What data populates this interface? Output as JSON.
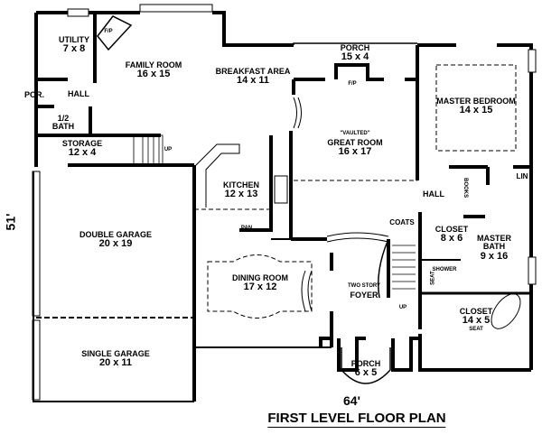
{
  "plan_title": "FIRST LEVEL FLOOR PLAN",
  "dimensions": {
    "width": "64'",
    "depth": "51'"
  },
  "rooms": [
    {
      "name": "UTILITY",
      "size": "7 x 8"
    },
    {
      "name": "FAMILY ROOM",
      "size": "16 x 15"
    },
    {
      "name": "BREAKFAST AREA",
      "size": "14 x 11"
    },
    {
      "name": "PORCH",
      "size": "15 x 4"
    },
    {
      "name": "MASTER BEDROOM",
      "size": "14 x 15"
    },
    {
      "name": "POR.",
      "size": ""
    },
    {
      "name": "HALL",
      "size": ""
    },
    {
      "name": "1/2 BATH",
      "size": ""
    },
    {
      "name": "STORAGE",
      "size": "12 x 4"
    },
    {
      "name": "GREAT ROOM",
      "size": "16 x 17",
      "note": "\"VAULTED\""
    },
    {
      "name": "KITCHEN",
      "size": "12 x 13"
    },
    {
      "name": "DOUBLE GARAGE",
      "size": "20 x 19"
    },
    {
      "name": "HALL",
      "size": ""
    },
    {
      "name": "CLOSET",
      "size": "8 x 6"
    },
    {
      "name": "MASTER BATH",
      "size": "9 x 16"
    },
    {
      "name": "DINING ROOM",
      "size": "17 x 12"
    },
    {
      "name": "FOYER",
      "size": "",
      "note": "TWO STORY"
    },
    {
      "name": "CLOSET",
      "size": "14 x 5"
    },
    {
      "name": "SINGLE GARAGE",
      "size": "20 x 11"
    },
    {
      "name": "PORCH",
      "size": "6 x 5"
    }
  ],
  "small_labels": {
    "fp1": "F/P",
    "fp2": "F/P",
    "up1": "UP",
    "up2": "UP",
    "pan": "PAN",
    "coats": "COATS",
    "books": "BOOKS",
    "lin": "LIN",
    "shower": "SHOWER",
    "seat1": "SEAT",
    "seat2": "SEAT"
  }
}
